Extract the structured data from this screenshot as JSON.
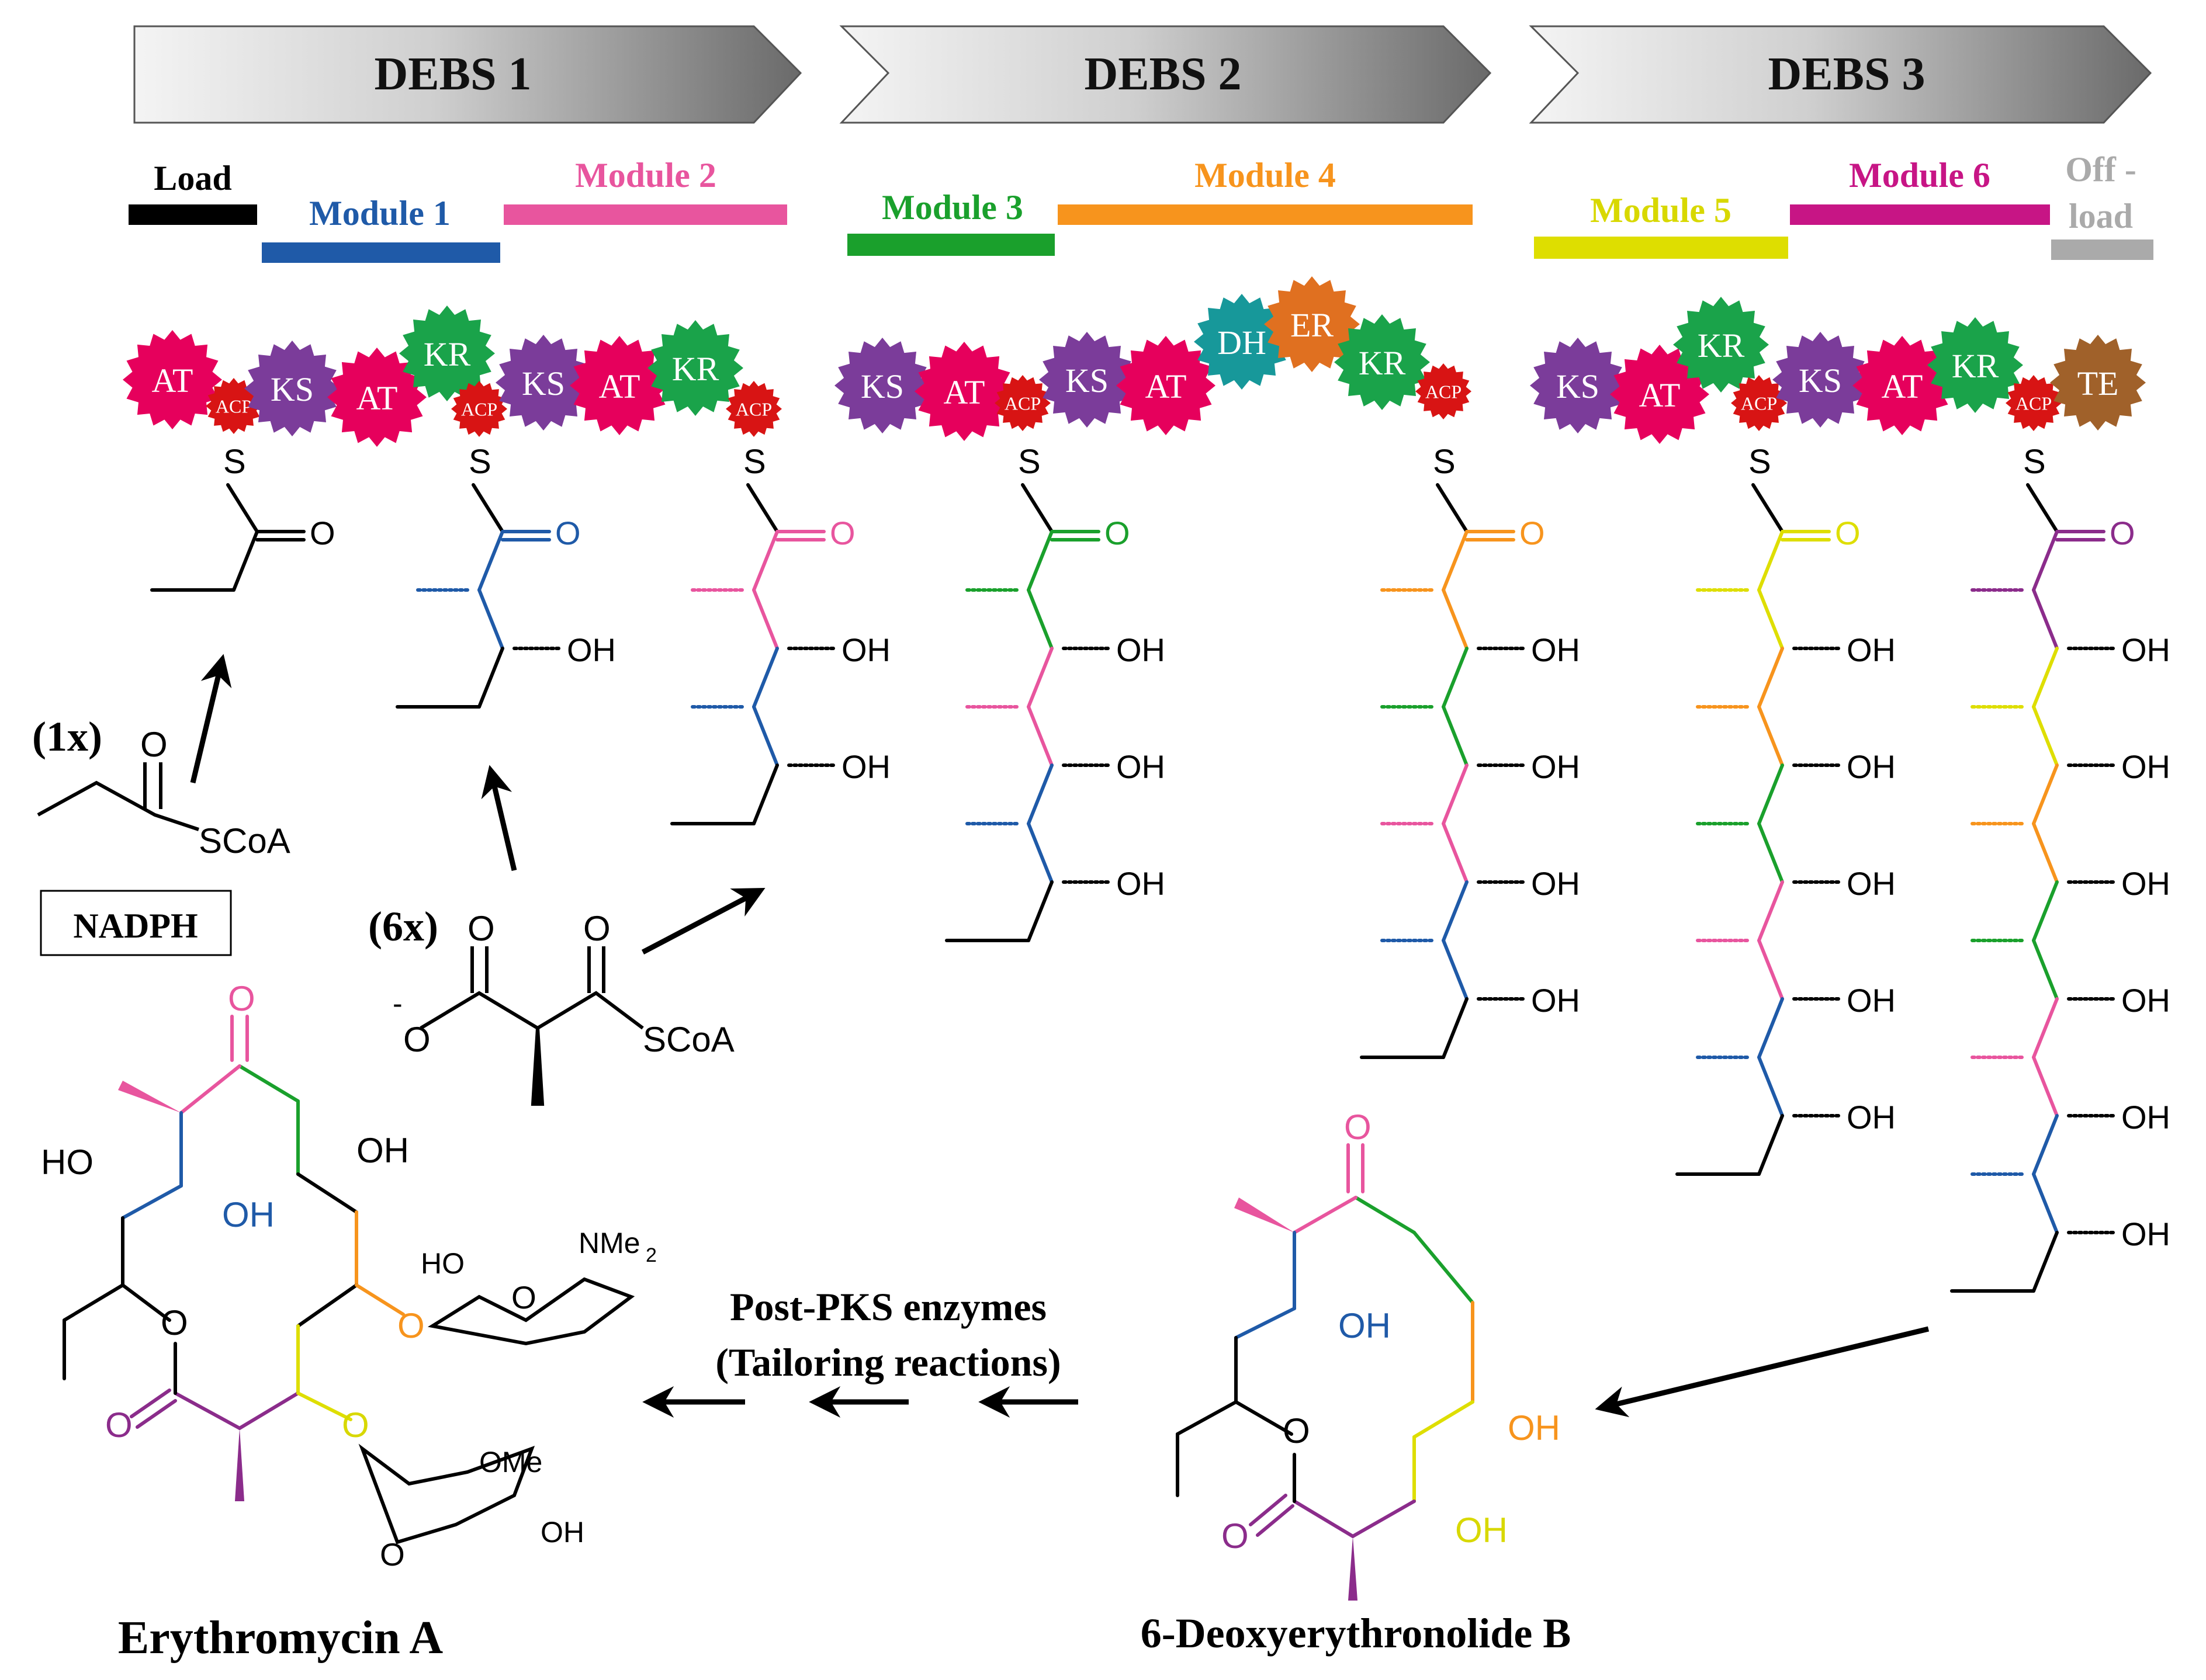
{
  "banner": {
    "debs1": "DEBS 1",
    "debs2": "DEBS 2",
    "debs3": "DEBS 3"
  },
  "modules": {
    "load": "Load",
    "m1": "Module 1",
    "m2": "Module 2",
    "m3": "Module 3",
    "m4": "Module 4",
    "m5": "Module 5",
    "m6": "Module 6",
    "off1": "Off -",
    "off2": "load"
  },
  "colors": {
    "load": "#000000",
    "m1": "#1f5aa8",
    "m2": "#e8559e",
    "m3": "#1aa02c",
    "m4": "#f7941d",
    "m5": "#dede00",
    "m6": "#c71585",
    "off": "#aaaaaa",
    "AT": "#e6005c",
    "KS": "#7b3c9a",
    "KR": "#1aa34a",
    "ACP": "#d81414",
    "DH": "#17989a",
    "ER": "#e07020",
    "TE": "#a0612a"
  },
  "domains": {
    "at": "AT",
    "ks": "KS",
    "kr": "KR",
    "acp": "ACP",
    "dh": "DH",
    "er": "ER",
    "te": "TE"
  },
  "chem": {
    "S": "S",
    "O": "O",
    "OH": "OH",
    "HO": "HO",
    "scoa": "SCoA",
    "minus": "-",
    "nme": "NMe",
    "nme_sub": "2",
    "ome": "OMe"
  },
  "labels": {
    "one_x": "(1x)",
    "six_x": "(6x)",
    "nadph": "NADPH",
    "post_pks": "Post-PKS enzymes",
    "tailoring": "(Tailoring reactions)",
    "erythromycin": "Erythromycin A",
    "deb": "6-Deoxyerythronolide B"
  }
}
